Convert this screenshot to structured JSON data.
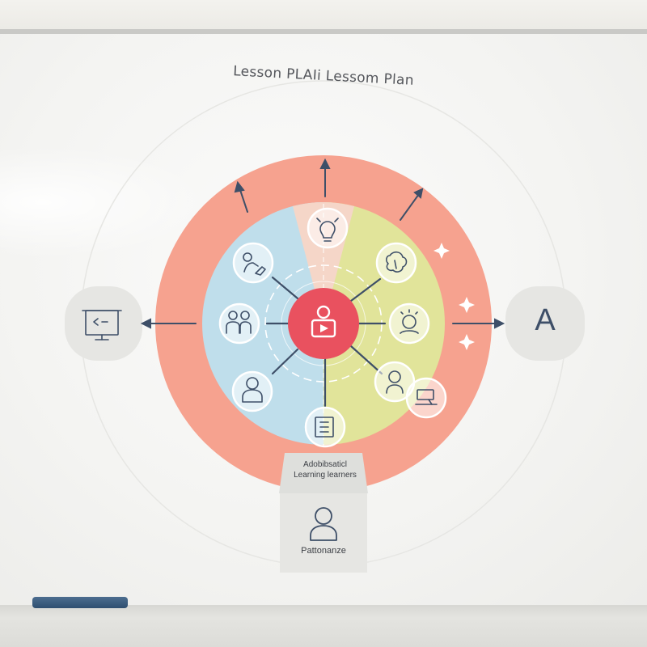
{
  "title": "Lesson PLAIi Lessom Plan",
  "center_icon": "presenter-video-icon",
  "colors": {
    "outer_ring": "#f6a28f",
    "left_half": "#bfdeeb",
    "right_half": "#e1e49a",
    "top_wedge": "#f5d6c8",
    "center_hub": "#e9515f",
    "icon_stroke": "#3e4f68",
    "side_panel": "#e6e6e3"
  },
  "nodes": [
    {
      "id": "idea",
      "icon": "lightbulb-icon"
    },
    {
      "id": "hand-gesture",
      "icon": "hand-gesture-icon"
    },
    {
      "id": "brain",
      "icon": "brain-icon"
    },
    {
      "id": "student-writing",
      "icon": "student-writing-icon"
    },
    {
      "id": "workstation",
      "icon": "workstation-icon"
    },
    {
      "id": "worksheet",
      "icon": "worksheet-icon"
    },
    {
      "id": "learner",
      "icon": "person-icon"
    },
    {
      "id": "group",
      "icon": "group-icon"
    },
    {
      "id": "teacher",
      "icon": "teacher-icon"
    }
  ],
  "left_panel": {
    "icon": "presentation-board-icon"
  },
  "right_panel": {
    "letter": "A"
  },
  "learners_label": {
    "line1": "Adobibsaticl",
    "line2": "Learning learners"
  },
  "bottom_panel": {
    "icon": "person-icon",
    "label": "Pattonanze"
  }
}
